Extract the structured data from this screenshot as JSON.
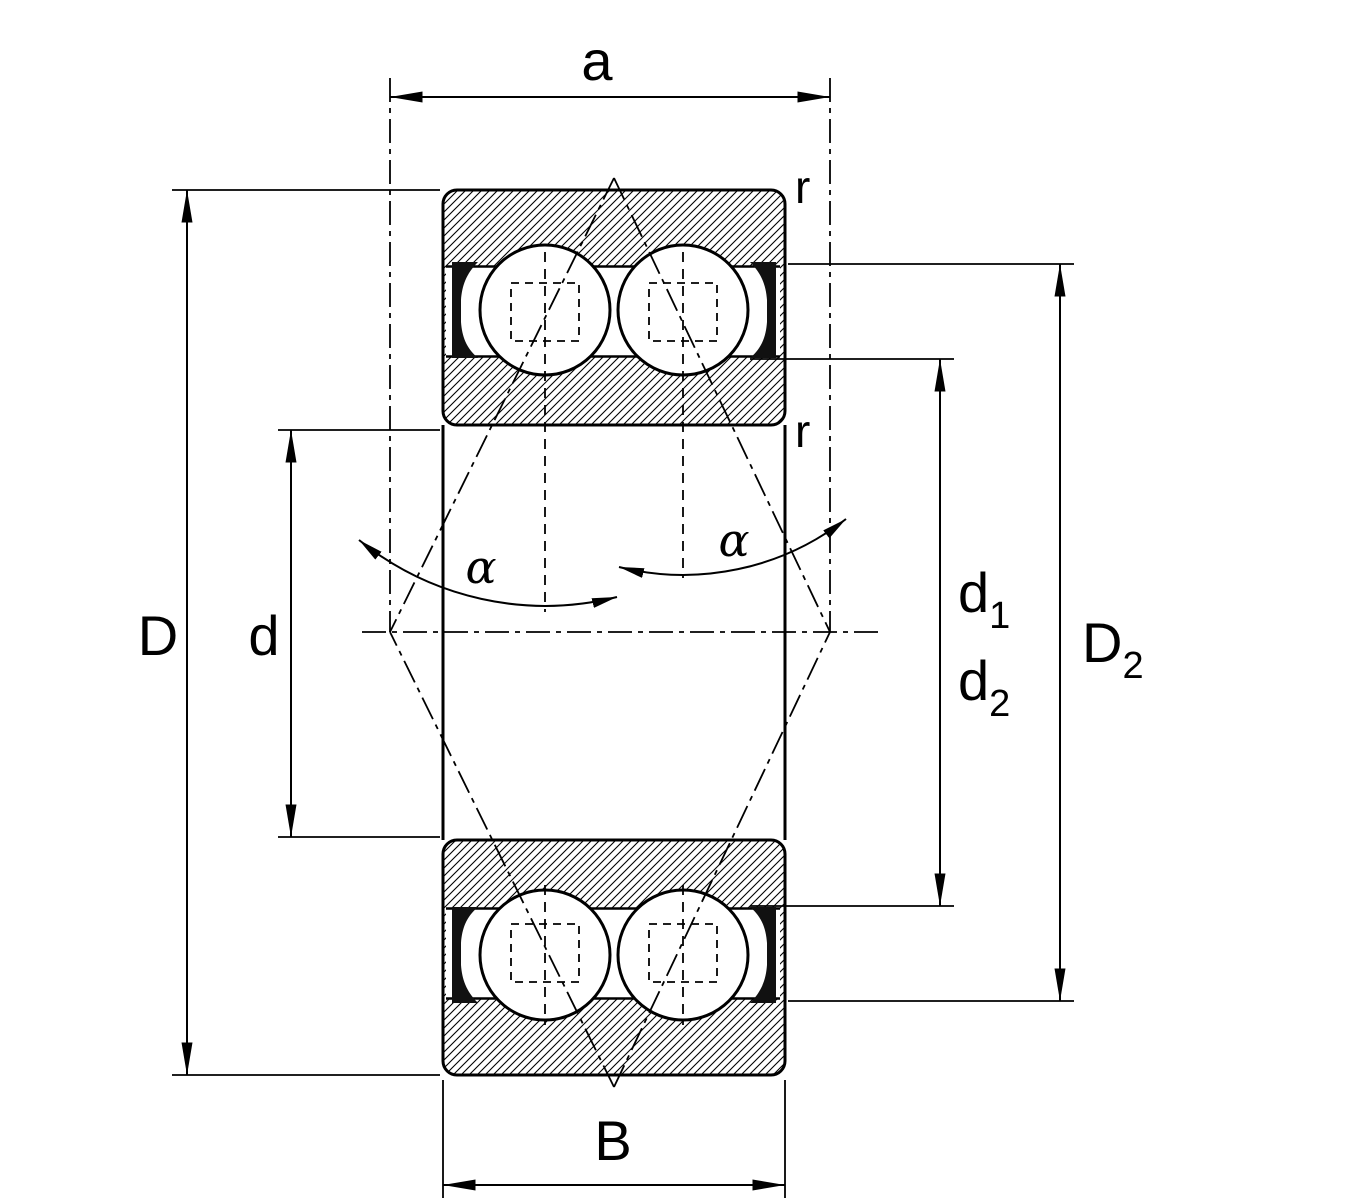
{
  "figure": {
    "description": "Sectional technical drawing of a sealed double-row angular contact ball bearing with dimension annotations",
    "colors": {
      "line": "#000000",
      "background": "#ffffff",
      "seal": "#111111"
    }
  },
  "labels": {
    "a": "a",
    "r_outer": "r",
    "r_inner": "r",
    "D": "D",
    "d": "d",
    "alpha_left": "α",
    "alpha_right": "α",
    "d1_base": "d",
    "d1_sub": "1",
    "d2_base": "d",
    "d2_sub": "2",
    "D2_base": "D",
    "D2_sub": "2",
    "B": "B"
  }
}
